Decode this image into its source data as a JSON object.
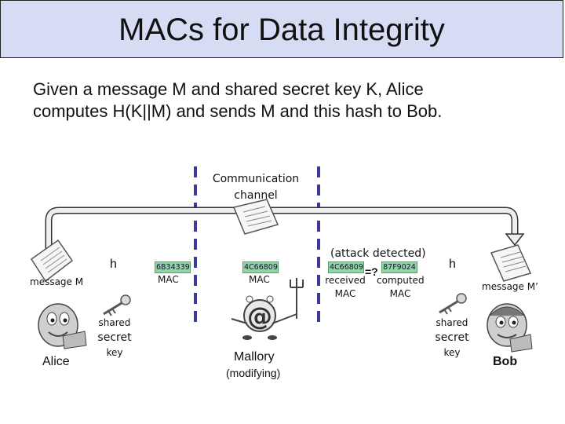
{
  "title": "MACs for Data Integrity",
  "intro": {
    "line1": "Given a message M and shared secret key K, Alice",
    "line2": "computes H(K||M) and sends M and this hash to Bob."
  },
  "channel": {
    "line1": "Communication",
    "line2": "channel"
  },
  "alice": {
    "name": "Alice",
    "message_label": "message M",
    "hash_label": "h",
    "key_line1": "shared",
    "key_line2": "secret",
    "key_line3": "key",
    "mac_value": "6B34339",
    "mac_label": "MAC"
  },
  "mallory": {
    "name": "Mallory",
    "action": "(modifying)",
    "mac_value": "4C66809",
    "mac_label": "MAC"
  },
  "bob": {
    "name": "Bob",
    "message_label": "message M’",
    "hash_label": "h",
    "key_line1": "shared",
    "key_line2": "secret",
    "key_line3": "key",
    "attack_label": "(attack detected)",
    "received_mac": "4C66809",
    "compare_symbol": "=?",
    "computed_mac": "87F9024",
    "received_label": "received",
    "received_sub": "MAC",
    "computed_label": "computed",
    "computed_sub": "MAC"
  },
  "colors": {
    "title_bg": "#d7dcf5",
    "channel_line": "#3a3a9a",
    "mac_box": "#8fd6a3"
  }
}
